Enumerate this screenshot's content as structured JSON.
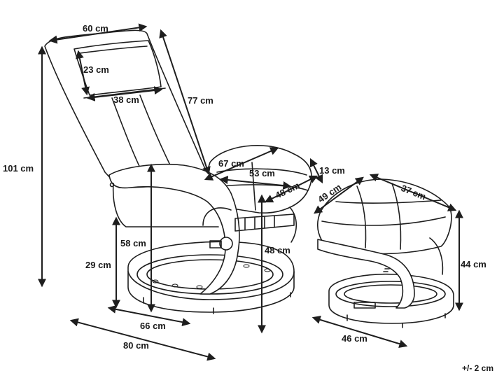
{
  "labels": {
    "width_top": "60 cm",
    "headrest_height": "23 cm",
    "headrest_width": "38 cm",
    "total_height": "101 cm",
    "backrest_length": "77 cm",
    "seat_width": "67 cm",
    "seat_depth": "53 cm",
    "seat_cushion_thickness": "13 cm",
    "seat_front_depth": "48 cm",
    "armrest_height": "58 cm",
    "base_height": "29 cm",
    "seat_height": "48 cm",
    "base_depth": "66 cm",
    "total_depth": "80 cm",
    "ottoman_depth": "49 cm",
    "ottoman_width": "37 cm",
    "ottoman_height": "44 cm",
    "ottoman_base": "46 cm",
    "tolerance": "+/- 2 cm"
  }
}
